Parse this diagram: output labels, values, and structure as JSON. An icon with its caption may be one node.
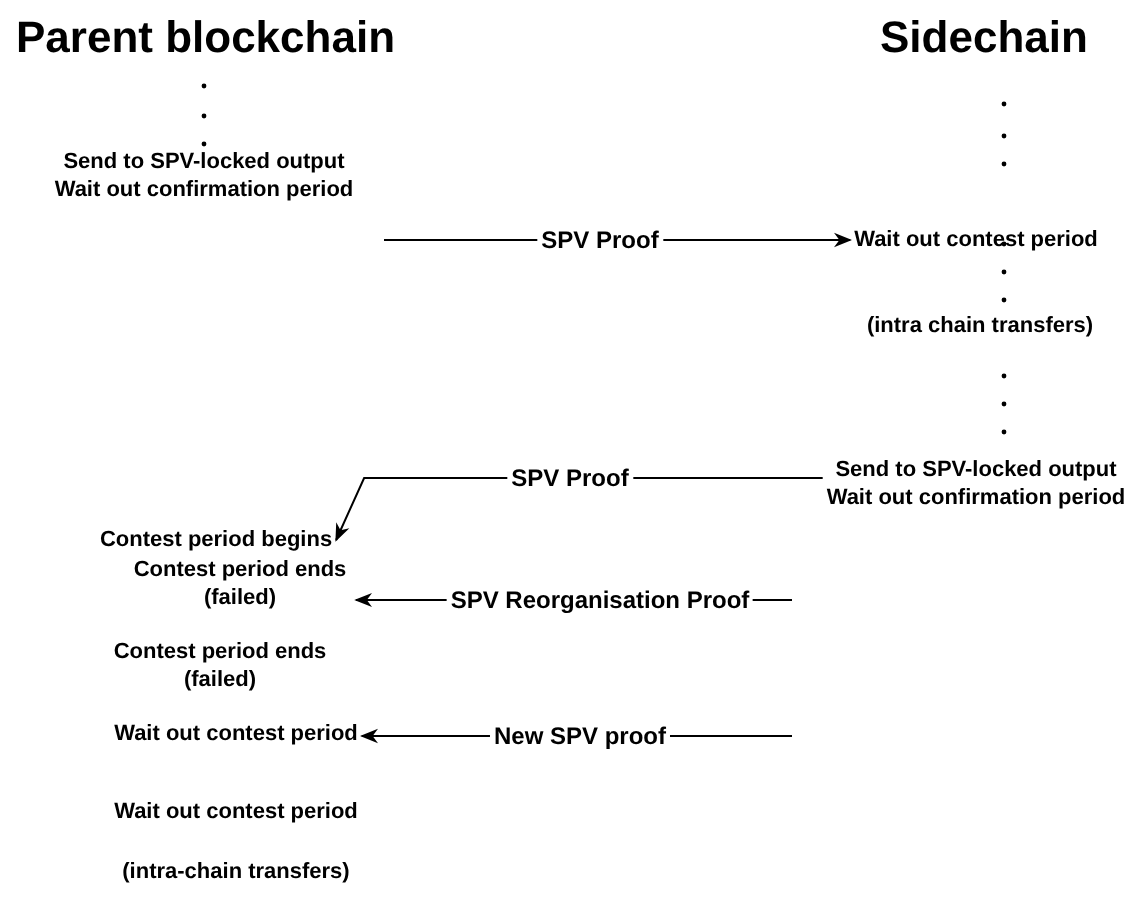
{
  "diagram": {
    "nodes": [
      {
        "text": [
          "Send to SPV-locked output",
          "Wait out confirmation period"
        ]
      },
      {
        "text": [
          "Wait out contest period"
        ]
      },
      {
        "text": [
          "(intra chain transfers)"
        ]
      },
      {
        "text": [
          "Send to SPV-locked output",
          "Wait out confirmation period"
        ]
      },
      {
        "text": [
          "Contest period begins"
        ]
      },
      {
        "text": [
          "Contest period ends (failed)"
        ]
      },
      {
        "text": [
          "Contest period ends (failed)"
        ]
      },
      {
        "text": [
          "Wait out contest period"
        ]
      },
      {
        "text": [
          "Wait out contest period"
        ]
      },
      {
        "text": [
          "(intra-chain transfers)"
        ]
      }
    ],
    "edges": [
      {
        "from": null,
        "to": 1,
        "arrow": "to",
        "label": "SPV Proof"
      },
      {
        "from": 3,
        "to": 4,
        "arrow": "to",
        "label": "SPV Proof"
      },
      {
        "from": null,
        "to": 5,
        "arrow": "to",
        "label": "SPV Reorganisation Proof"
      },
      {
        "from": null,
        "to": 7,
        "arrow": "to",
        "label": "New SPV proof"
      }
    ],
    "labels": [
      "Parent blockchain",
      "Sidechain"
    ]
  }
}
